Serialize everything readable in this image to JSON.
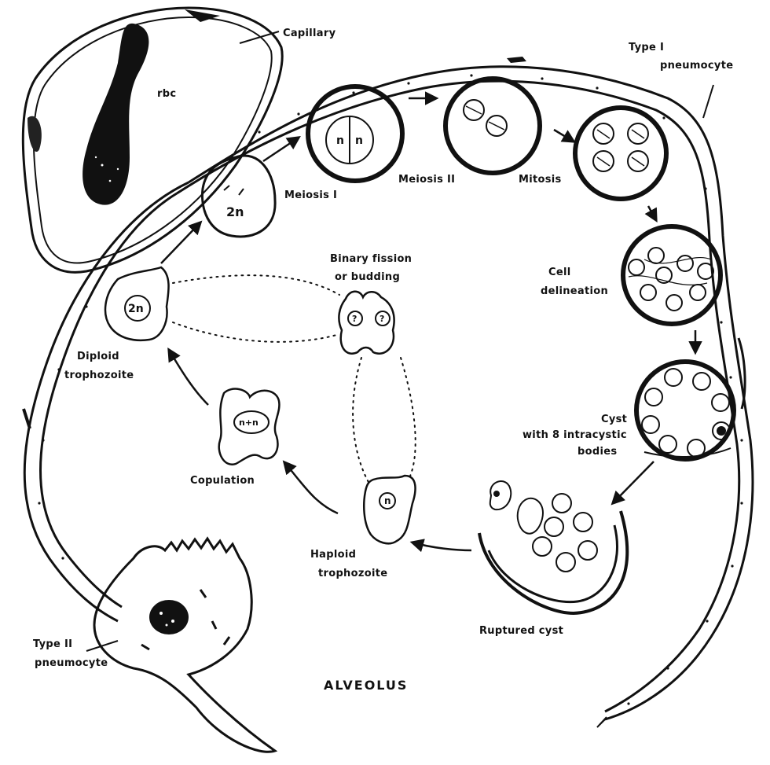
{
  "labels": {
    "capillary": "Capillary",
    "rbc": "rbc",
    "type1_line1": "Type I",
    "type1_line2": "pneumocyte",
    "meiosis1": "Meiosis I",
    "meiosis2": "Meiosis II",
    "mitosis": "Mitosis",
    "cell_line1": "Cell",
    "cell_line2": "delineation",
    "cyst_line1": "Cyst",
    "cyst_line2": "with 8 intracystic",
    "cyst_line3": "bodies",
    "ruptured_cyst": "Ruptured cyst",
    "haploid_line1": "Haploid",
    "haploid_line2": "trophozoite",
    "copulation": "Copulation",
    "diploid_line1": "Diploid",
    "diploid_line2": "trophozoite",
    "binary_line1": "Binary fission",
    "binary_line2": "or budding",
    "type2_line1": "Type II",
    "type2_line2": "pneumocyte",
    "alveolus": "ALVEOLUS"
  },
  "cell_marks": {
    "diploid": "2n",
    "haploid": "n",
    "unknown": "?",
    "pair": "n+n"
  },
  "colors": {
    "ink": "#111111",
    "paper": "#ffffff"
  }
}
